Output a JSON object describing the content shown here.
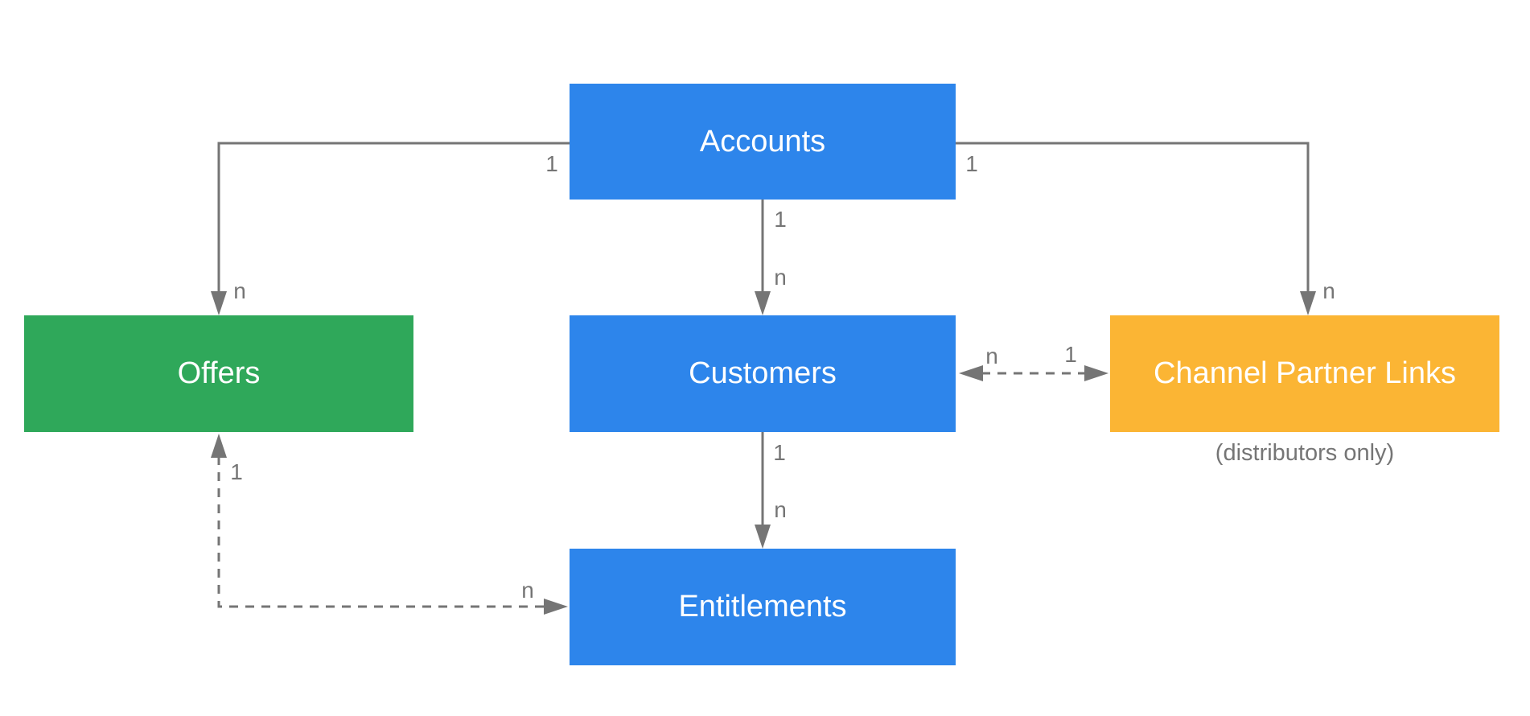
{
  "diagram": {
    "background_color": "#ffffff",
    "edge_color": "#757575",
    "edge_label_color": "#757575",
    "node_text_color": "#ffffff",
    "nodes": {
      "accounts": {
        "label": "Accounts",
        "color": "#2D85EB"
      },
      "offers": {
        "label": "Offers",
        "color": "#2FA85A"
      },
      "customers": {
        "label": "Customers",
        "color": "#2D85EB"
      },
      "channel_partner_links": {
        "label": "Channel Partner Links",
        "color": "#FBB534",
        "note": "(distributors only)"
      },
      "entitlements": {
        "label": "Entitlements",
        "color": "#2D85EB"
      }
    },
    "edges": {
      "accounts_to_offers": {
        "from": "Accounts",
        "to": "Offers",
        "style": "solid",
        "source_label": "1",
        "target_label": "n"
      },
      "accounts_to_customers": {
        "from": "Accounts",
        "to": "Customers",
        "style": "solid",
        "source_label": "1",
        "target_label": "n"
      },
      "accounts_to_channel_partner_links": {
        "from": "Accounts",
        "to": "Channel Partner Links",
        "style": "solid",
        "source_label": "1",
        "target_label": "n"
      },
      "customers_to_entitlements": {
        "from": "Customers",
        "to": "Entitlements",
        "style": "solid",
        "source_label": "1",
        "target_label": "n"
      },
      "customers_channel_partner_links": {
        "from": "Customers",
        "to": "Channel Partner Links",
        "style": "dashed-bidirectional",
        "customers_side_label": "n",
        "channel_partner_links_side_label": "1"
      },
      "offers_entitlements": {
        "from": "Offers",
        "to": "Entitlements",
        "style": "dashed-bidirectional",
        "offers_side_label": "1",
        "entitlements_side_label": "n"
      }
    }
  }
}
